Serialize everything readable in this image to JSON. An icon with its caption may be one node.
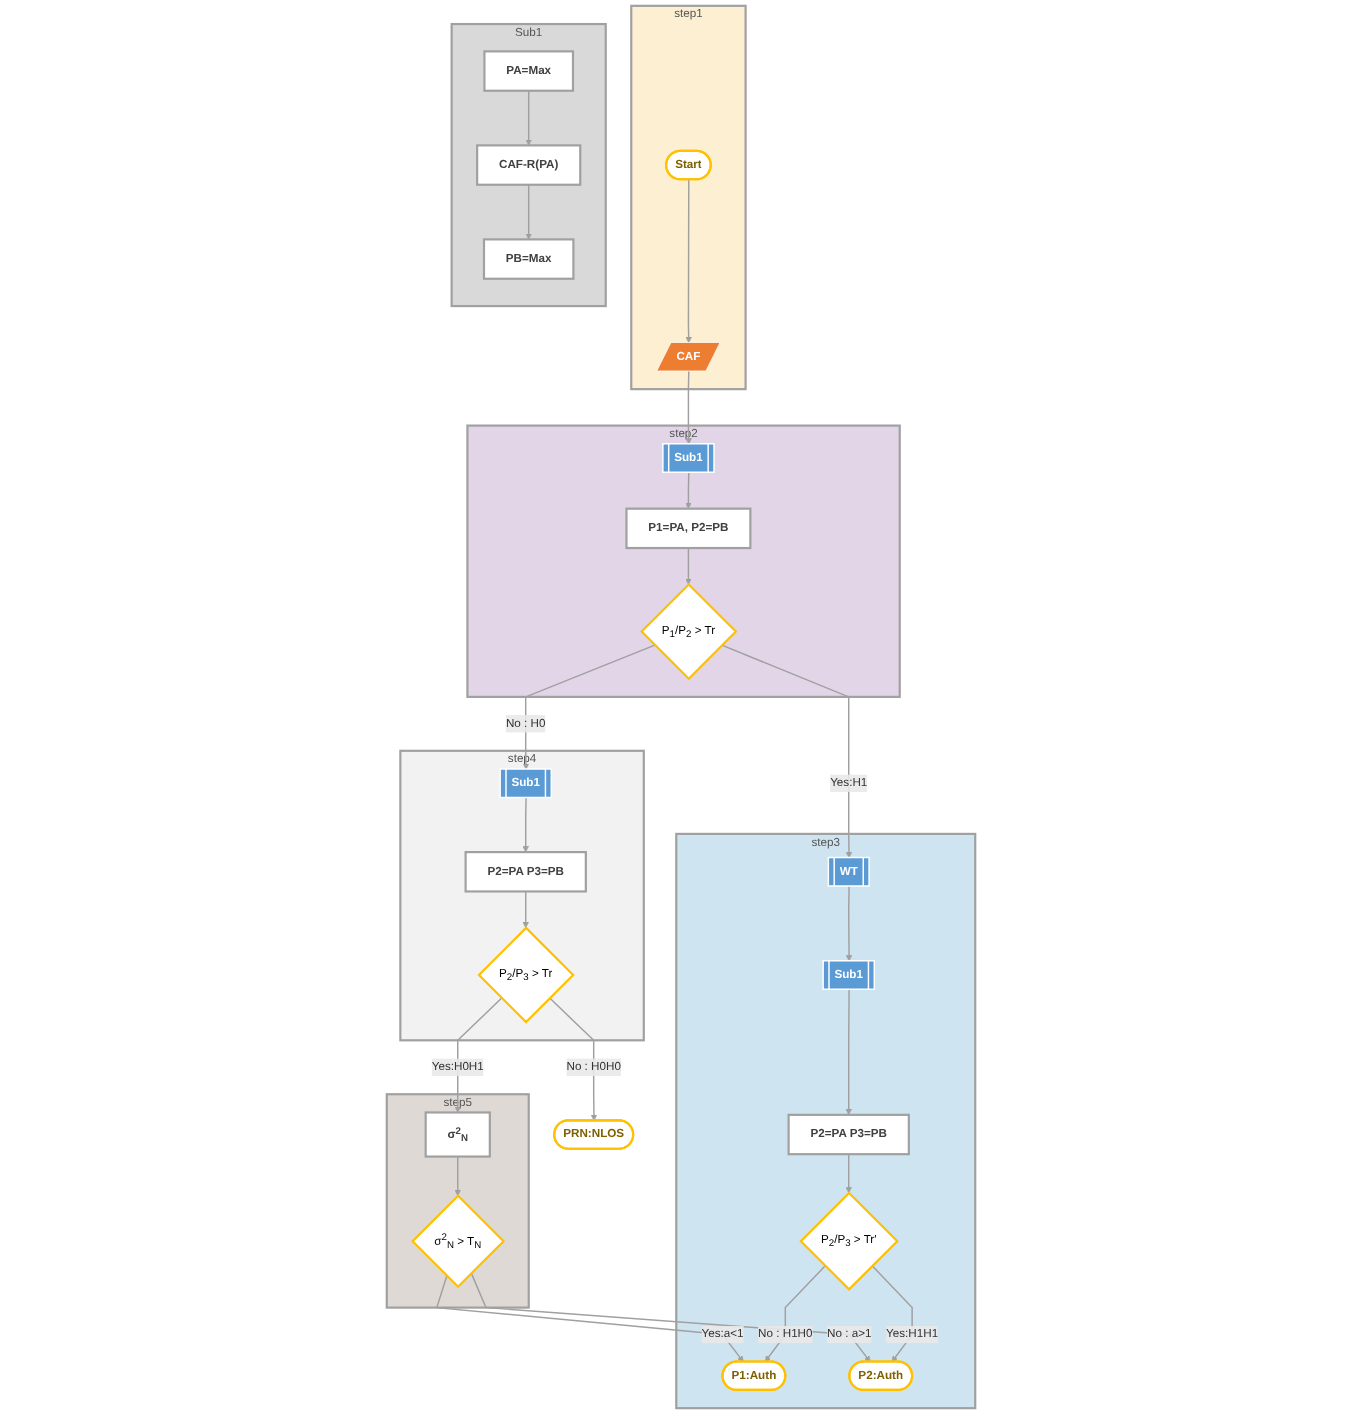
{
  "diagram": {
    "nodes": [
      {
        "text": [
          "step2"
        ]
      },
      {
        "text": [
          "Sub1"
        ],
        "in": 0
      },
      {
        "text": [
          "P1=PA, P2=PB"
        ],
        "in": 0
      },
      {
        "text": [
          "P$_{1}$/P$_{2}$ > Tr"
        ],
        "in": 0
      },
      {
        "text": [
          "step1"
        ]
      },
      {
        "text": [
          "CAF"
        ],
        "in": 4
      },
      {
        "text": [
          "Start"
        ],
        "in": 4
      },
      {
        "text": [
          "PRN:NLOS"
        ]
      },
      {
        "text": [
          "step4"
        ]
      },
      {
        "text": [
          "Sub1"
        ],
        "in": 8
      },
      {
        "text": [
          "P2=PA P3=PB"
        ],
        "in": 8
      },
      {
        "text": [
          "P$_{2}$/P$_{3}$ > Tr"
        ],
        "in": 8
      },
      {
        "text": [
          "Sub1"
        ]
      },
      {
        "text": [
          "PA=Max"
        ],
        "in": 12
      },
      {
        "text": [
          "CAF-R(PA)"
        ],
        "in": 12
      },
      {
        "text": [
          "PB=Max"
        ],
        "in": 12
      },
      {
        "text": [
          "step5"
        ]
      },
      {
        "text": [
          "σ$^{2}$$_{N}$"
        ],
        "in": 16
      },
      {
        "text": [
          "σ$^{2}$$_{N}$ > T$_{N}$"
        ],
        "in": 16
      },
      {
        "text": [
          "step3"
        ]
      },
      {
        "text": [
          "WT"
        ],
        "in": 19
      },
      {
        "text": [
          "Sub1"
        ],
        "in": 19
      },
      {
        "text": [
          "P2=PA P3=PB"
        ],
        "in": 19
      },
      {
        "text": [
          "P$_{2}$/P$_{3}$ > Tr′"
        ],
        "in": 19
      },
      {
        "text": [
          "P1:Auth"
        ],
        "in": 19
      },
      {
        "text": [
          "P2:Auth"
        ],
        "in": 19
      }
    ],
    "edges": [
      {
        "from": 6,
        "to": 5,
        "arrow": "to"
      },
      {
        "from": 5,
        "to": 1,
        "arrow": "to"
      },
      {
        "from": 1,
        "to": 2,
        "arrow": "to"
      },
      {
        "from": 2,
        "to": 3,
        "arrow": "to"
      },
      {
        "from": 3,
        "to": 9,
        "arrow": "to",
        "label": "No : H0"
      },
      {
        "from": 3,
        "to": 20,
        "arrow": "to",
        "label": "Yes:H1"
      },
      {
        "from": 9,
        "to": 10,
        "arrow": "to"
      },
      {
        "from": 10,
        "to": 11,
        "arrow": "to"
      },
      {
        "from": 11,
        "to": 7,
        "arrow": "to",
        "label": "No : H0H0"
      },
      {
        "from": 11,
        "to": 17,
        "arrow": "to",
        "label": "Yes:H0H1"
      },
      {
        "from": 13,
        "to": 14,
        "arrow": "to"
      },
      {
        "from": 14,
        "to": 15,
        "arrow": "to"
      },
      {
        "from": 17,
        "to": 18,
        "arrow": "to"
      },
      {
        "from": 18,
        "to": 24,
        "arrow": "to",
        "label": "Yes:a<1"
      },
      {
        "from": 18,
        "to": 25,
        "arrow": "to",
        "label": "No : a>1"
      },
      {
        "from": 20,
        "to": 21,
        "arrow": "to"
      },
      {
        "from": 21,
        "to": 22,
        "arrow": "to"
      },
      {
        "from": 22,
        "to": 23,
        "arrow": "to"
      },
      {
        "from": 23,
        "to": 24,
        "arrow": "to",
        "label": "No : H1H0"
      },
      {
        "from": 23,
        "to": 25,
        "arrow": "to",
        "label": "Yes:H1H1"
      }
    ]
  }
}
